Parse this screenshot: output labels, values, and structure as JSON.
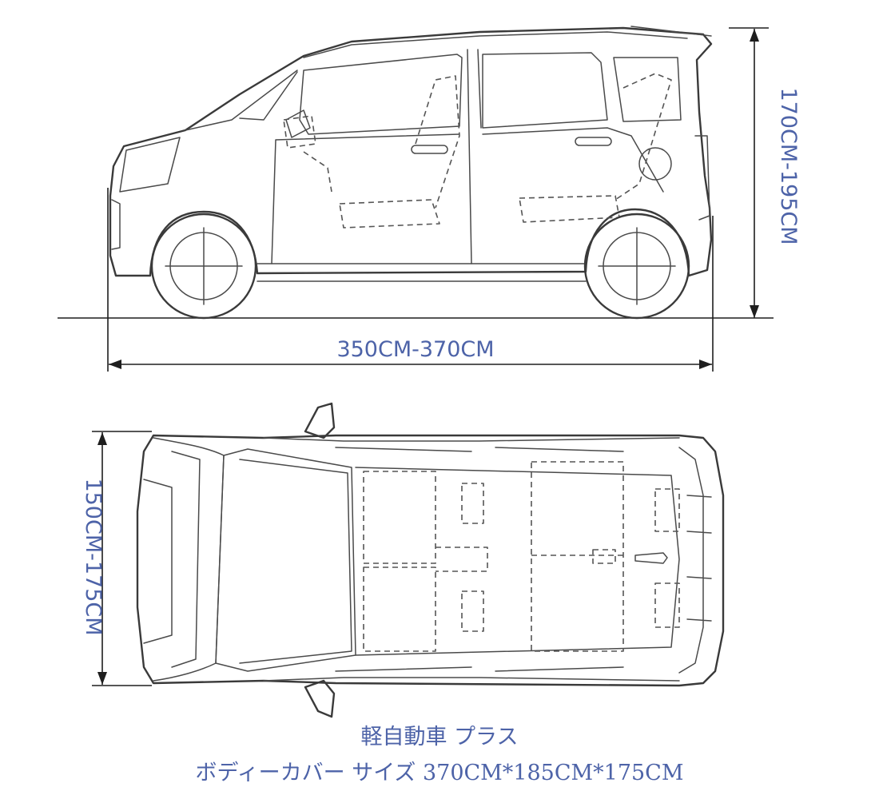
{
  "dimensions": {
    "height_range": "170CM-195CM",
    "length_range": "350CM-370CM",
    "width_range": "150CM-175CM"
  },
  "caption": {
    "line1": "軽自動車 プラス",
    "line2": "ボディーカバー サイズ 370CM*185CM*175CM"
  },
  "colors": {
    "dimension_text": "#4d63a8",
    "outline": "#3a3a3a"
  }
}
